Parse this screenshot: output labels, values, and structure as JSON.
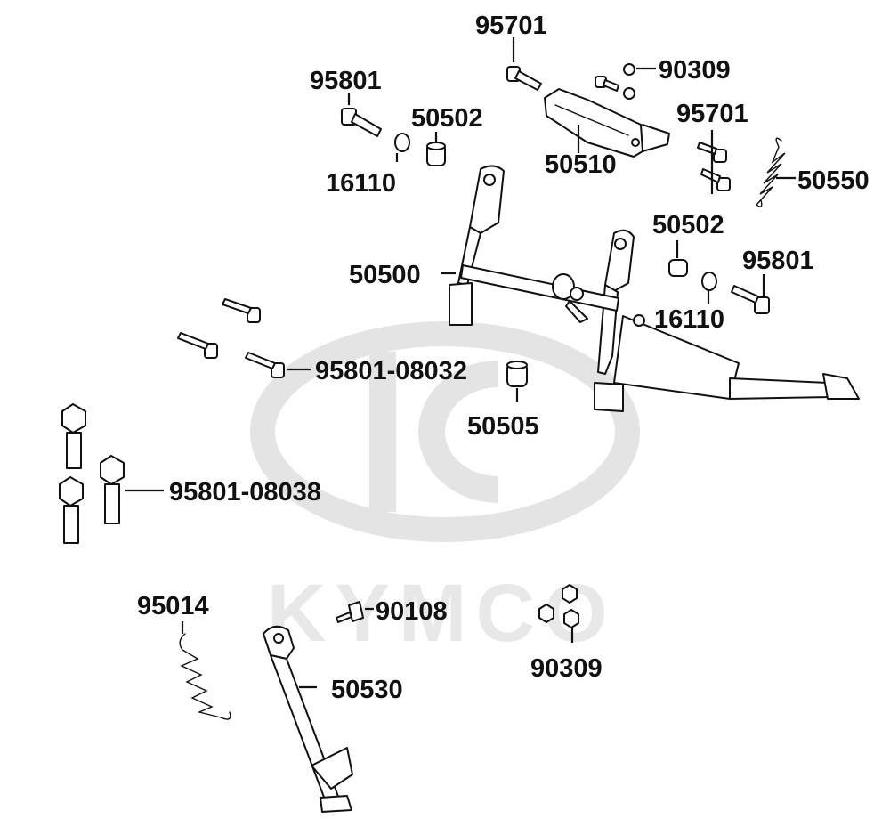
{
  "watermark": {
    "brand": "KYMCO",
    "color": "#e4e4e4"
  },
  "labels": {
    "l95701a": "95701",
    "l90309a": "90309",
    "l95801a": "95801",
    "l50502a": "50502",
    "l16110a": "16110",
    "l50510": "50510",
    "l95701b": "95701",
    "l50550": "50550",
    "l50502b": "50502",
    "l95801b": "95801",
    "l50500": "50500",
    "l16110b": "16110",
    "l95801_08032": "95801-08032",
    "l50505": "50505",
    "l95801_08038": "95801-08038",
    "l95014": "95014",
    "l90108": "90108",
    "l50530": "50530",
    "l90309b": "90309"
  }
}
